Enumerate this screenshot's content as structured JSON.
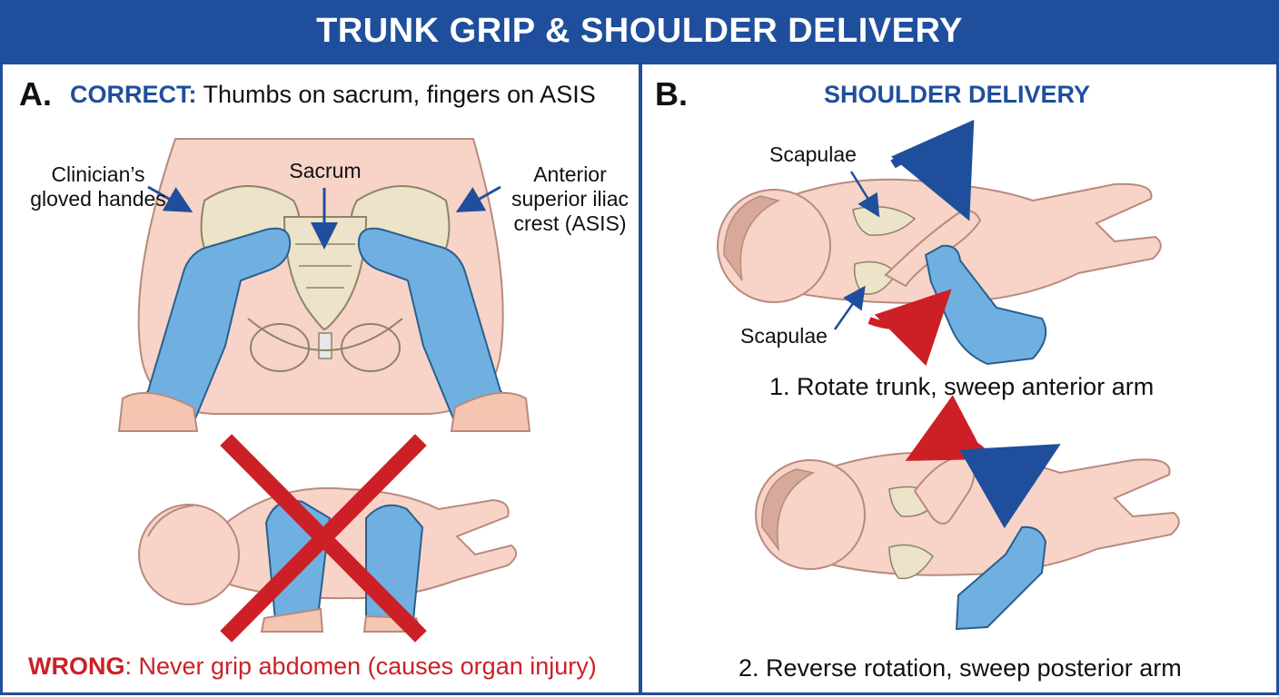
{
  "header": {
    "title": "TRUNK GRIP & SHOULDER DELIVERY"
  },
  "panel_a": {
    "letter": "A.",
    "heading_accent": "CORRECT:",
    "heading_text": " Thumbs on sacrum, fingers on ASIS",
    "label_hands": "Clinician’s gloved handes",
    "label_sacrum": "Sacrum",
    "label_asis": "Anterior superior iliac crest (ASIS)",
    "wrong_accent": "WRONG",
    "wrong_text": ": Never grip abdomen (causes organ injury)"
  },
  "panel_b": {
    "letter": "B.",
    "heading": "SHOULDER DELIVERY",
    "label_scapulae_top": "Scapulae",
    "label_scapulae_bottom": "Scapulae",
    "step1": "1. Rotate trunk, sweep anterior arm",
    "step2": "2. Reverse rotation, sweep posterior arm"
  },
  "colors": {
    "header": "#1f4f9c",
    "accent_blue": "#1f4f9c",
    "wrong_red": "#cc2026",
    "skin": "#f7d3c8",
    "glove": "#6fb0e0",
    "bone": "#ece3c8"
  }
}
